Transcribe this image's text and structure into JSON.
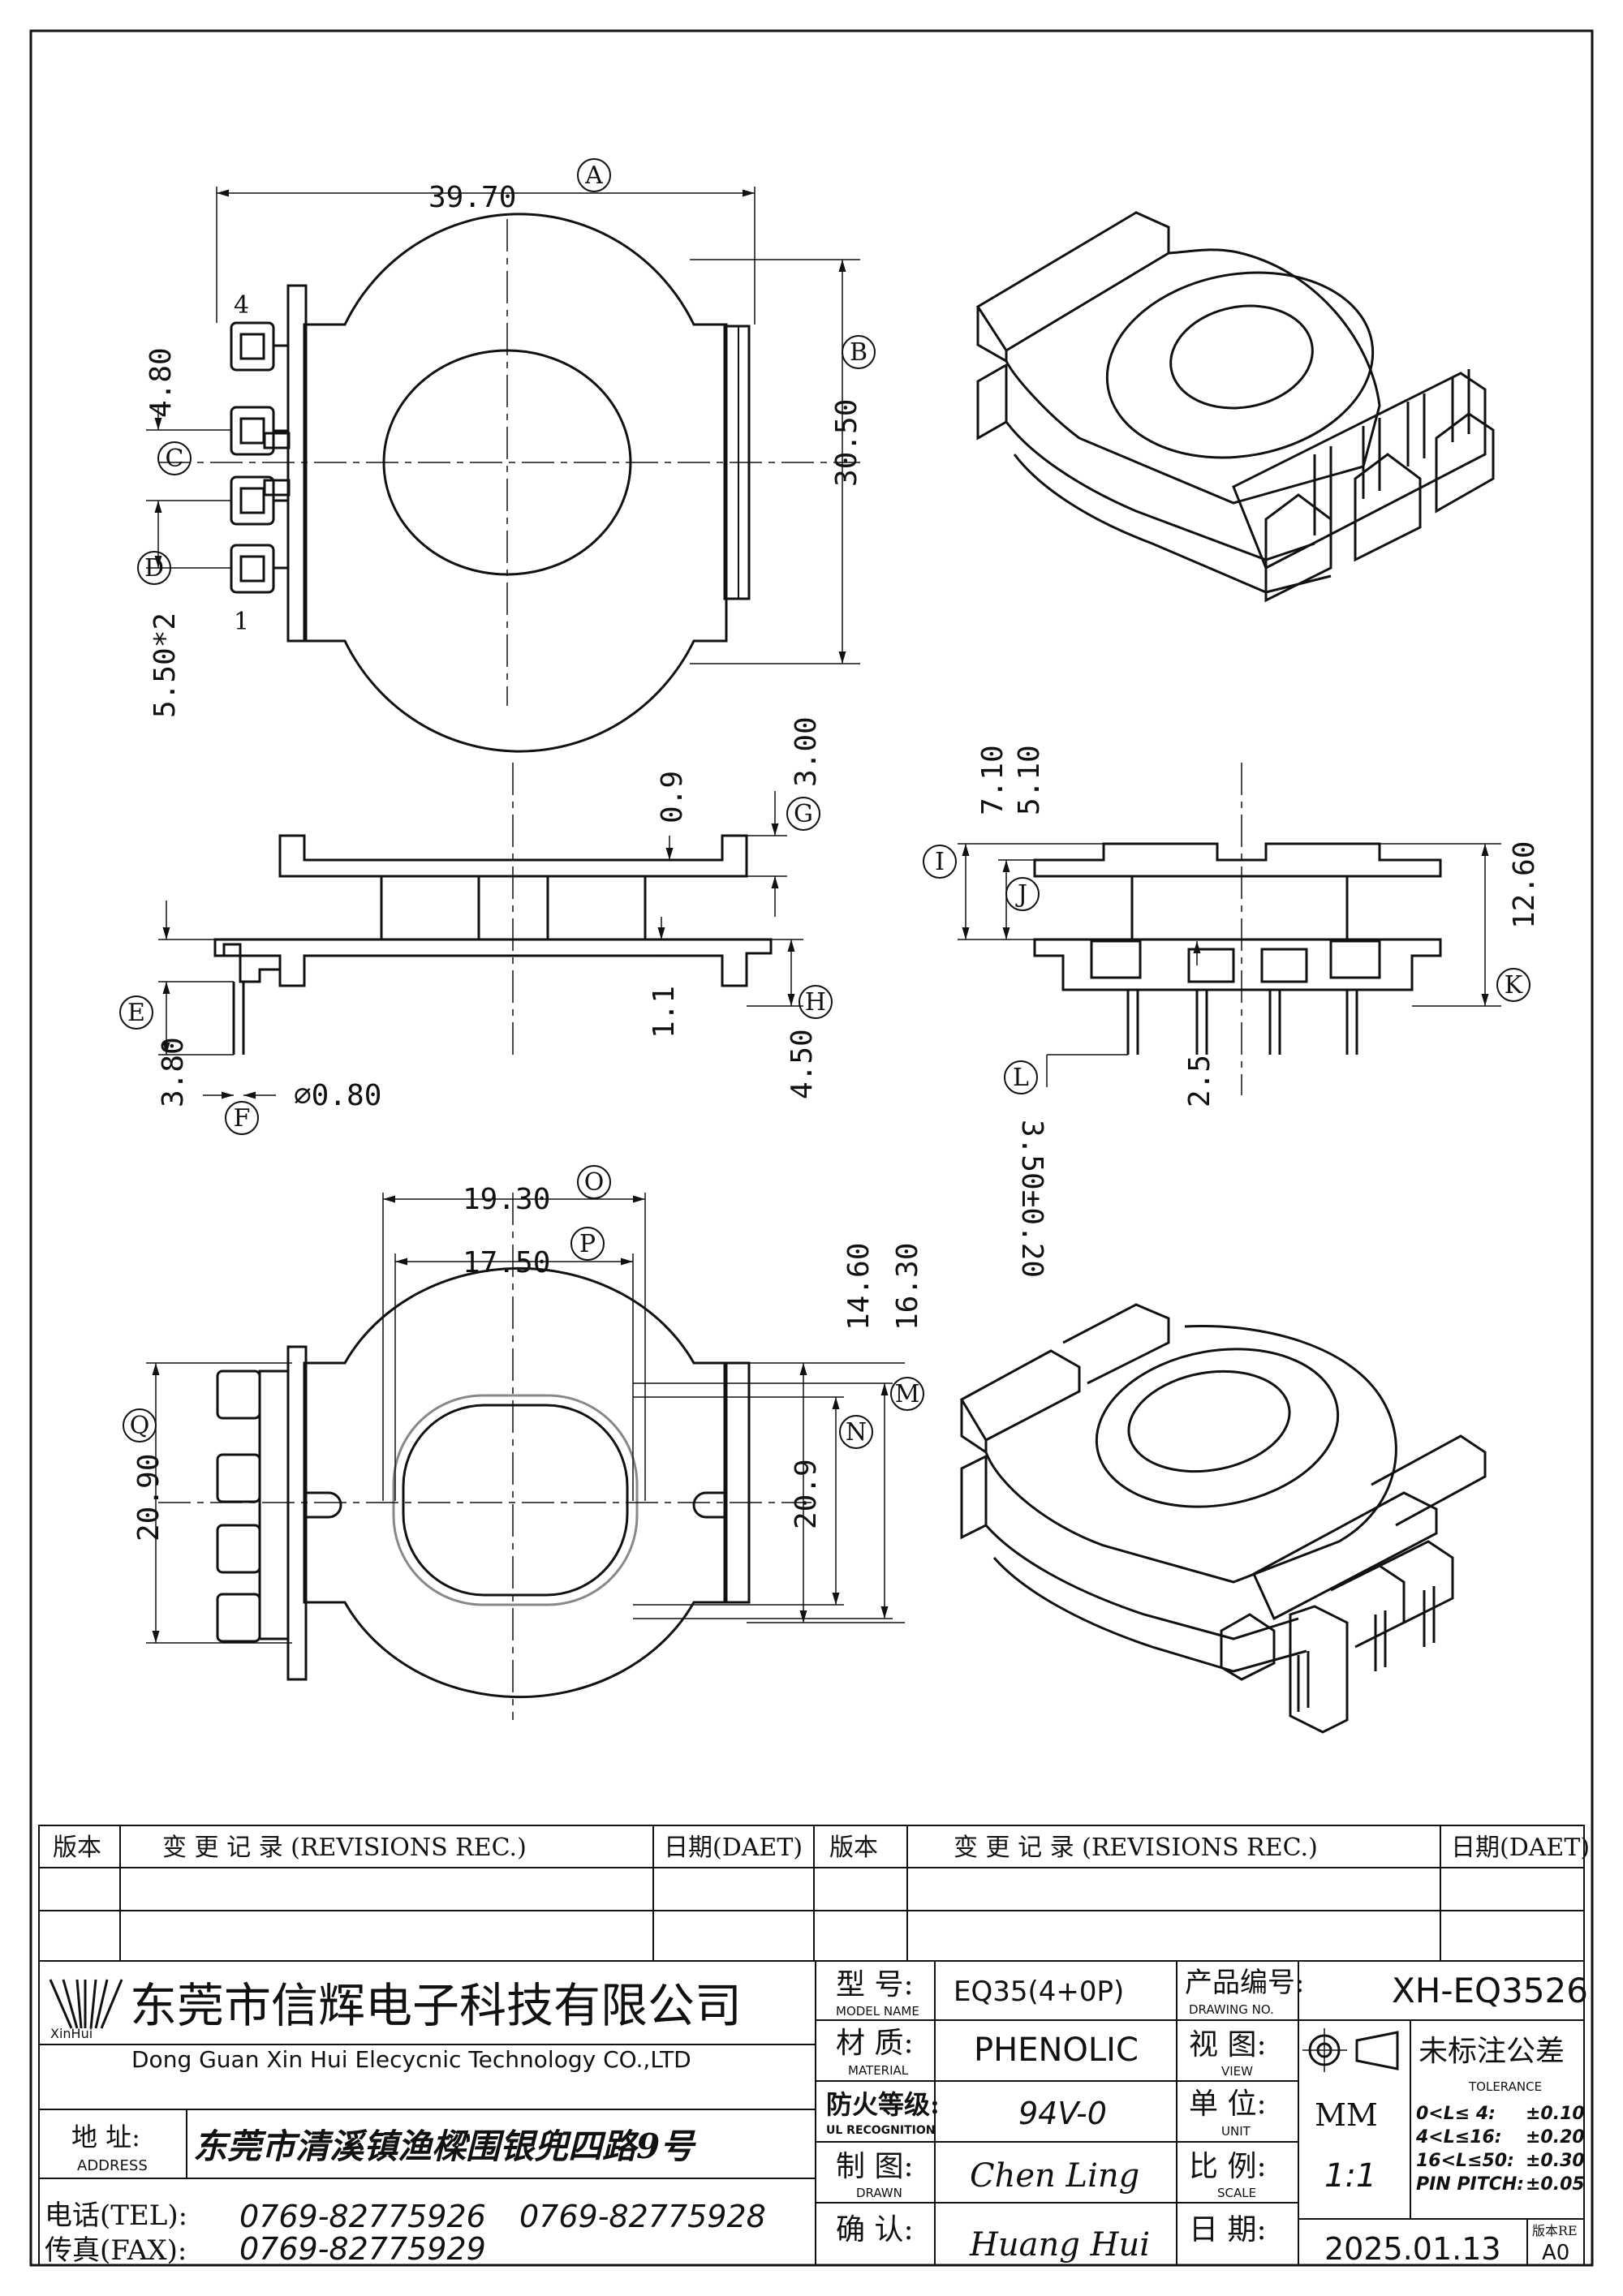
{
  "dimensions": {
    "top_width": "39.70",
    "top_height": "30.50",
    "pin_spacing_top": "4.80",
    "pin_pitch": "5.50*2",
    "pin_number_top": "4",
    "pin_number_bottom": "1",
    "side_top_height": "3.00",
    "side_small": "0.9",
    "side_gap": "1.1",
    "side_pin_len": "3.80",
    "side_bottom": "4.50",
    "pin_dia": "∅0.80",
    "front_top": "7.10",
    "front_inner": "5.10",
    "front_total": "12.60",
    "front_pin_gap": "2.5",
    "front_pin_len": "3.50±0.20",
    "bottom_outer": "19.30",
    "bottom_inner": "17.50",
    "bottom_height": "20.90",
    "bottom_height2": "20.9",
    "bottom_h1": "14.60",
    "bottom_h2": "16.30"
  },
  "callouts": [
    "A",
    "B",
    "C",
    "D",
    "E",
    "F",
    "G",
    "H",
    "I",
    "J",
    "K",
    "L",
    "M",
    "N",
    "O",
    "P",
    "Q"
  ],
  "revisions": {
    "col_version": "版本",
    "col_rec": "变 更 记 录  (REVISIONS REC.)",
    "col_date": "日期(DAET)"
  },
  "company": {
    "logo_text": "XinHui",
    "name_cn": "东莞市信辉电子科技有限公司",
    "name_en": "Dong Guan Xin Hui Elecycnic Technology CO.,LTD",
    "address_label": "地  址:",
    "address_label_en": "ADDRESS",
    "address": "东莞市清溪镇渔樑围银兜四路9号",
    "tel_label": "电话(TEL):",
    "tel1": "0769-82775926",
    "tel2": "0769-82775928",
    "fax_label": "传真(FAX):",
    "fax": "0769-82775929"
  },
  "title_block": {
    "model_label": "型  号:",
    "model_label_en": "MODEL NAME",
    "model": "EQ35(4+0P)",
    "material_label": "材  质:",
    "material_label_en": "MATERIAL",
    "material": "PHENOLIC",
    "fire_label": "防火等级:",
    "fire_label_en": "UL RECOGNITION",
    "fire": "94V-0",
    "drawn_label": "制  图:",
    "drawn_label_en": "DRAWN",
    "drawn": "Chen Ling",
    "check_label": "确  认:",
    "check": "Huang Hui",
    "drawing_no_label": "产品编号:",
    "drawing_no_label_en": "DRAWING NO.",
    "drawing_no": "XH-EQ3526",
    "view_label": "视  图:",
    "view_label_en": "VIEW",
    "unit_label": "单  位:",
    "unit_label_en": "UNIT",
    "unit": "MM",
    "scale_label": "比  例:",
    "scale_label_en": "SCALE",
    "scale": "1:1",
    "date_label": "日  期:",
    "date": "2025.01.13",
    "tolerance_label": "未标注公差",
    "tolerance_label_en": "TOLERANCE",
    "tolerances": [
      {
        "range": "0<L≤ 4:",
        "value": "±0.10"
      },
      {
        "range": "4<L≤16:",
        "value": "±0.20"
      },
      {
        "range": "16<L≤50:",
        "value": "±0.30"
      },
      {
        "range": "PIN PITCH:",
        "value": "±0.05"
      }
    ],
    "version_label": "版本RE",
    "version": "A0"
  }
}
